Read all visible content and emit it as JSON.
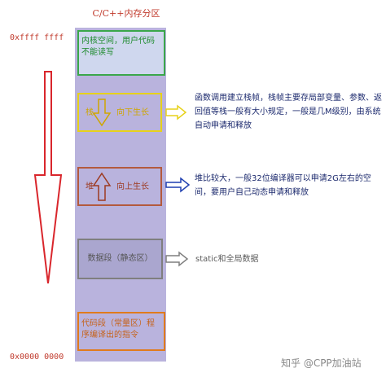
{
  "diagram": {
    "title": "C/C++内存分区",
    "addr_high": "0xffff ffff",
    "addr_low": "0x0000 0000",
    "segments": {
      "kernel": "内核空间，用户代码不能读写",
      "stack_name": "栈",
      "stack_dir": "向下生长",
      "heap_name": "堆",
      "heap_dir": "向上生长",
      "static": "数据段（静态区）",
      "code": "代码段（常量区）程序编译出的指令"
    },
    "notes": {
      "stack": "函数调用建立栈帧，栈帧主要存局部变量、参数、返回值等栈一般有大小规定，一般是几M级别，由系统自动申请和释放",
      "heap": "堆比较大，一般32位编译器可以申请2G左右的空间，要用户自己动态申请和释放",
      "static": "static和全局数据"
    },
    "watermark": "知乎 @CPP加油站"
  },
  "colors": {
    "column": "#b9b3dd",
    "kernel_border": "#3aa74a",
    "stack_border": "#e7d21a",
    "heap_border": "#b35a3e",
    "static_border": "#7f7f7f",
    "code_border": "#e07b1d",
    "big_arrow": "#d9262c",
    "note_text": "#1c2a6e"
  }
}
